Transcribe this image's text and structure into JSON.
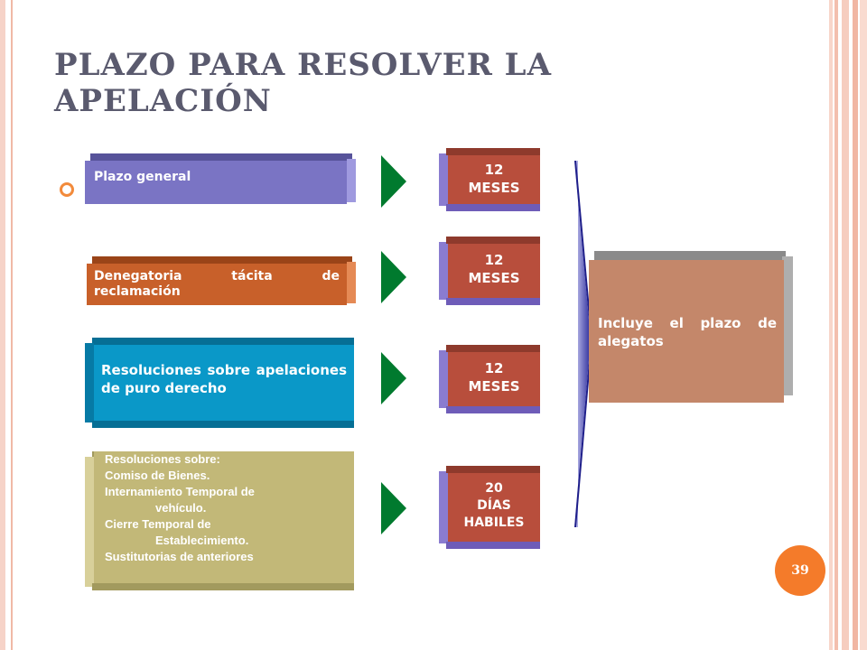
{
  "slide": {
    "title": "PLAZO PARA RESOLVER LA APELACIÓN",
    "page_number": "39"
  },
  "rows": [
    {
      "label": "Plazo general",
      "value_line1": "12",
      "value_line2": "MESES"
    },
    {
      "label": "Denegatoria tácita de reclamación",
      "value_line1": "12",
      "value_line2": "MESES"
    },
    {
      "label": "Resoluciones sobre apelaciones de puro derecho",
      "value_line1": "12",
      "value_line2": "MESES"
    },
    {
      "label_lines": [
        "Resoluciones sobre:",
        "Comiso de Bienes.",
        "Internamiento Temporal de",
        "vehículo.",
        "Cierre Temporal de",
        "Establecimiento.",
        "Sustitutorias de anteriores"
      ],
      "value_line1": "20",
      "value_line2": "DÍAS",
      "value_line3": "HABILES"
    }
  ],
  "note": {
    "text": "Incluye el plazo de alegatos"
  },
  "colors": {
    "purple": "#7a74c4",
    "orange": "#c8602a",
    "teal": "#0a98c8",
    "olive": "#c2b878",
    "red_box": "#b84e3c",
    "note_box": "#c4876a",
    "arrow_green": "#007a2e",
    "bracket_blue": "#2a2a9a",
    "page_badge": "#f47b2a"
  }
}
